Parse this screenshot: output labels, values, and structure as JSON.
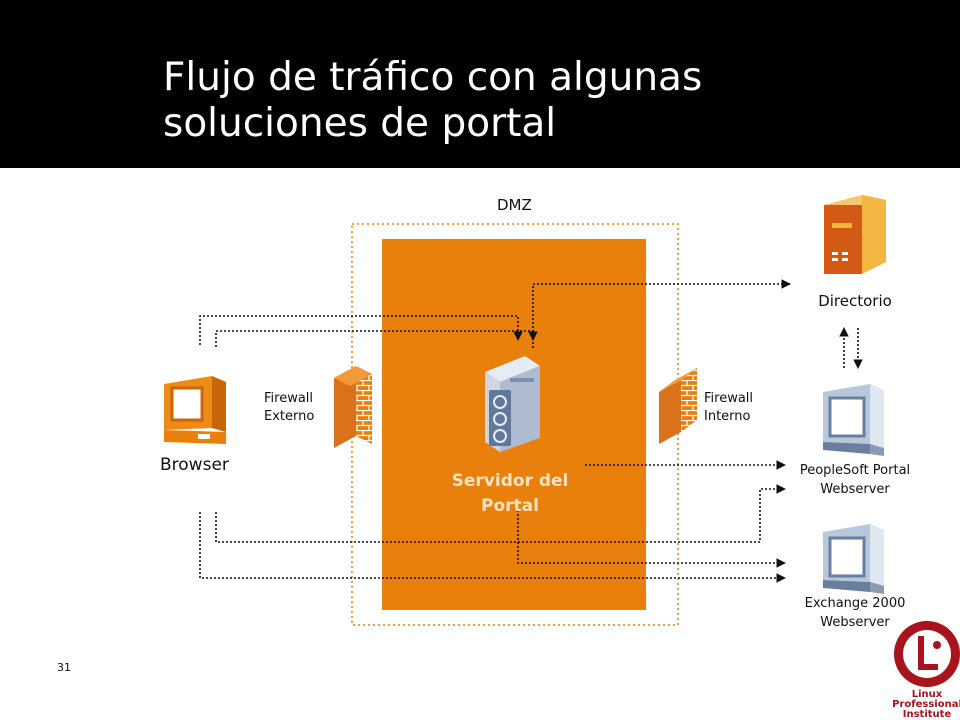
{
  "title": {
    "line1": "Flujo de tráfico con algunas",
    "line2": "soluciones de portal"
  },
  "diagram": {
    "dmz_label": "DMZ",
    "browser_label": "Browser",
    "firewall_ext": {
      "line1": "Firewall",
      "line2": "Externo"
    },
    "firewall_int": {
      "line1": "Firewall",
      "line2": "Interno"
    },
    "server_label": {
      "line1": "Servidor del",
      "line2": "Portal"
    },
    "directorio_label": "Directorio",
    "peoplesoft_label": {
      "line1": "PeopleSoft Portal",
      "line2": "Webserver"
    },
    "exchange_label": {
      "line1": "Exchange 2000",
      "line2": "Webserver"
    }
  },
  "page_number": "31",
  "logo": {
    "text1": "Linux",
    "text2": "Professional",
    "text3": "Institute"
  },
  "colors": {
    "orange": "#e8800b",
    "brand_red": "#a8141b",
    "title_bg": "#000000"
  }
}
